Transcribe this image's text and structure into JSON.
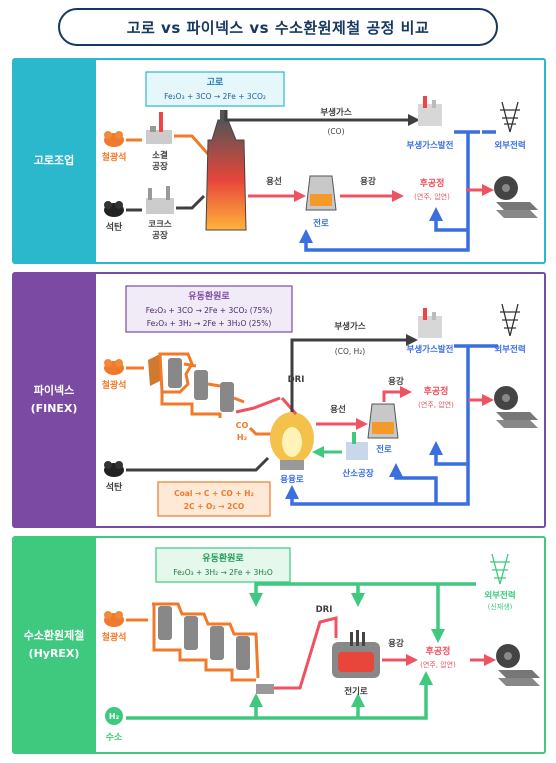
{
  "title": "고로 vs 파이넥스 vs 수소환원제철 공정 비교",
  "colors": {
    "panel1": "#2bb8cc",
    "panel2": "#7b4aa2",
    "panel3": "#3ec97e",
    "orange": "#f07a2a",
    "blue": "#3a6fe0",
    "red": "#ef5260",
    "dark": "#3f3f3f",
    "green": "#3ec97e"
  },
  "panel1": {
    "name": "고로조업",
    "equation_title": "고로",
    "equation": "Fe₂O₃ + 3CO → 2Fe + 3CO₂",
    "iron_ore": "철광석",
    "sinter": [
      "소결",
      "공장"
    ],
    "coal": "석탄",
    "coke": [
      "코크스",
      "공장"
    ],
    "byproduct_gas": [
      "부생가스",
      "(CO)"
    ],
    "power_plant": "부생가스발전",
    "external_power": "외부전력",
    "hot_metal": "용선",
    "converter": "전로",
    "molten_steel": "용강",
    "post_process": [
      "후공정",
      "(연주, 압연)"
    ]
  },
  "panel2": {
    "name": [
      "파이넥스",
      "(FINEX)"
    ],
    "equation_title": "유동환원로",
    "equations": [
      "Fe₂O₃ + 3CO → 2Fe + 3CO₂ (75%)",
      "Fe₂O₃ + 3H₂ → 2Fe + 3H₂O (25%)"
    ],
    "iron_ore": "철광석",
    "coal": "석탄",
    "byproduct_gas": [
      "부생가스",
      "(CO, H₂)"
    ],
    "power_plant": "부생가스발전",
    "external_power": "외부전력",
    "dri": "DRI",
    "co_h2": [
      "CO",
      "H₂"
    ],
    "hot_metal": "용선",
    "melter": "용융로",
    "oxygen_plant": "산소공장",
    "converter": "전로",
    "molten_steel": "용강",
    "post_process": [
      "후공정",
      "(연주, 압연)"
    ],
    "coal_reaction": [
      "Coal → C + CO + H₂",
      "2C + O₂ → 2CO"
    ]
  },
  "panel3": {
    "name": [
      "수소환원제철",
      "(HyREX)"
    ],
    "equation_title": "유동환원로",
    "equation": "Fe₂O₃ + 3H₂ → 2Fe + 3H₂O",
    "iron_ore": "철광석",
    "hydrogen_symbol": "H₂",
    "hydrogen": "수소",
    "dri": "DRI",
    "external_power": [
      "외부전력",
      "(신재생)"
    ],
    "electric_furnace": "전기로",
    "molten_steel": "용강",
    "post_process": [
      "후공정",
      "(연주, 압연)"
    ]
  }
}
